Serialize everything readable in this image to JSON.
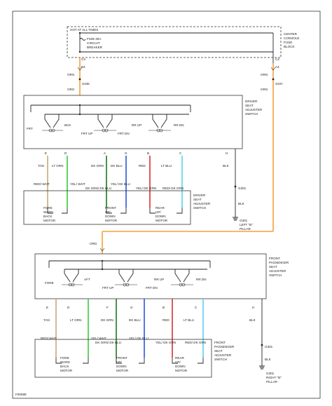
{
  "colors": {
    "wire_org": "#f5a03a",
    "wire_lt_grn": "#3cc83c",
    "wire_dk_grn": "#1a7a1a",
    "wire_dk_blu": "#2a55d8",
    "wire_red": "#d83030",
    "wire_lt_blu": "#5ad0f0",
    "wire_yel": "#e8d830",
    "wire_tan": "#c8a878",
    "ink": "#222222"
  },
  "fuse_block": {
    "top_label": "HOT AT ALL TIMES",
    "breaker_label": [
      "FS06 30A",
      "CIRCUIT",
      "BREAKER"
    ],
    "side_label": [
      "CENTER",
      "CONSOLE",
      "FUSE",
      "BLOCK"
    ],
    "connector_left": "C2",
    "connector_right": "C2",
    "pin_left": "B4",
    "pin_right": "A4"
  },
  "splice_top_left": {
    "wire": "ORG",
    "label": "S345"
  },
  "splice_right": {
    "wire": "ORG",
    "label": "S347"
  },
  "driver": {
    "switch_label": [
      "DRIVER",
      "SEAT",
      "ADJUSTER",
      "SWITCH"
    ],
    "contacts": [
      "FRT",
      "BCK",
      "FRT UP",
      "FRT DN",
      "RR UP",
      "RR DN"
    ],
    "pins": [
      "E",
      "D",
      "A",
      "G",
      "B",
      "C",
      "H"
    ],
    "wires_upper": [
      "TAN",
      "LT GRN",
      "DK GRN",
      "DK BLU",
      "RED",
      "LT BLU",
      "BLK"
    ],
    "wires_lower": [
      "RED/ WHT",
      "YEL/ WHT",
      "DK GRN/ DK BLU",
      "YEL/ DK BLU",
      "YEL/ DK GRN",
      "RED/ DK GRN"
    ],
    "motor_label": [
      "DRIVER",
      "SEAT",
      "ADJUSTER",
      "SWITCH"
    ],
    "motors": [
      [
        "FORE",
        "WARD",
        "BACK",
        "MOTOR"
      ],
      [
        "FRONT",
        "UP/",
        "DOWN",
        "MOTOR"
      ],
      [
        "REAR",
        "UP/",
        "DOWN",
        "MOTOR"
      ]
    ],
    "ground": "G301",
    "ground_label": [
      "LEFT \"B\"",
      "PILLAR"
    ]
  },
  "passenger": {
    "switch_label": [
      "FRONT",
      "PASSENGER",
      "SEAT",
      "ADJUSTER",
      "SWITCH"
    ],
    "contacts": [
      "FORE",
      "AFT",
      "FRT UP",
      "FRT DN",
      "RR UP",
      "RR DN"
    ],
    "pins": [
      "E",
      "D",
      "F",
      "G",
      "B",
      "C",
      "H"
    ],
    "wires_upper": [
      "TAN",
      "LT GRN",
      "DK GRN",
      "DK BLU",
      "RED",
      "LT BLU",
      "BLK"
    ],
    "wires_lower": [
      "RED/ WHT",
      "YEL/ WHT",
      "DK GRN/ DK BLU",
      "YEL/ DK BLU",
      "YEL/ DK GRN",
      "RED/ DK GRN"
    ],
    "motor_label": [
      "FRONT",
      "PASSENGER",
      "SEAT",
      "ADJUSTER",
      "SWITCH"
    ],
    "motors": [
      [
        "FORE",
        "WARD",
        "BACK",
        "MOTOR"
      ],
      [
        "FRONT",
        "UP/",
        "DOWN",
        "MOTOR"
      ],
      [
        "REAR",
        "UP/",
        "DOWN",
        "MOTOR"
      ]
    ],
    "ground": "G301",
    "ground_label": [
      "RIGHT \"B\"",
      "PILLAR"
    ]
  },
  "footer_code": "F00089"
}
